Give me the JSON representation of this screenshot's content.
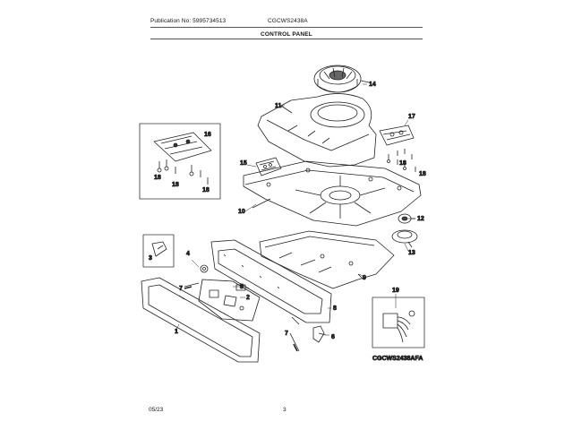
{
  "header": {
    "publication": "Publication No: 5995734513",
    "model": "CGCWS2438A",
    "title": "CONTROL PANEL"
  },
  "callouts": [
    "1",
    "2",
    "3",
    "4",
    "5",
    "6",
    "7",
    "7",
    "8",
    "9",
    "10",
    "11",
    "12",
    "13",
    "14",
    "15",
    "16",
    "17",
    "18",
    "18",
    "18",
    "18",
    "18",
    "19"
  ],
  "inset_model": "CGCWS2438AFA",
  "footer": {
    "date": "05/23",
    "page": "3"
  }
}
